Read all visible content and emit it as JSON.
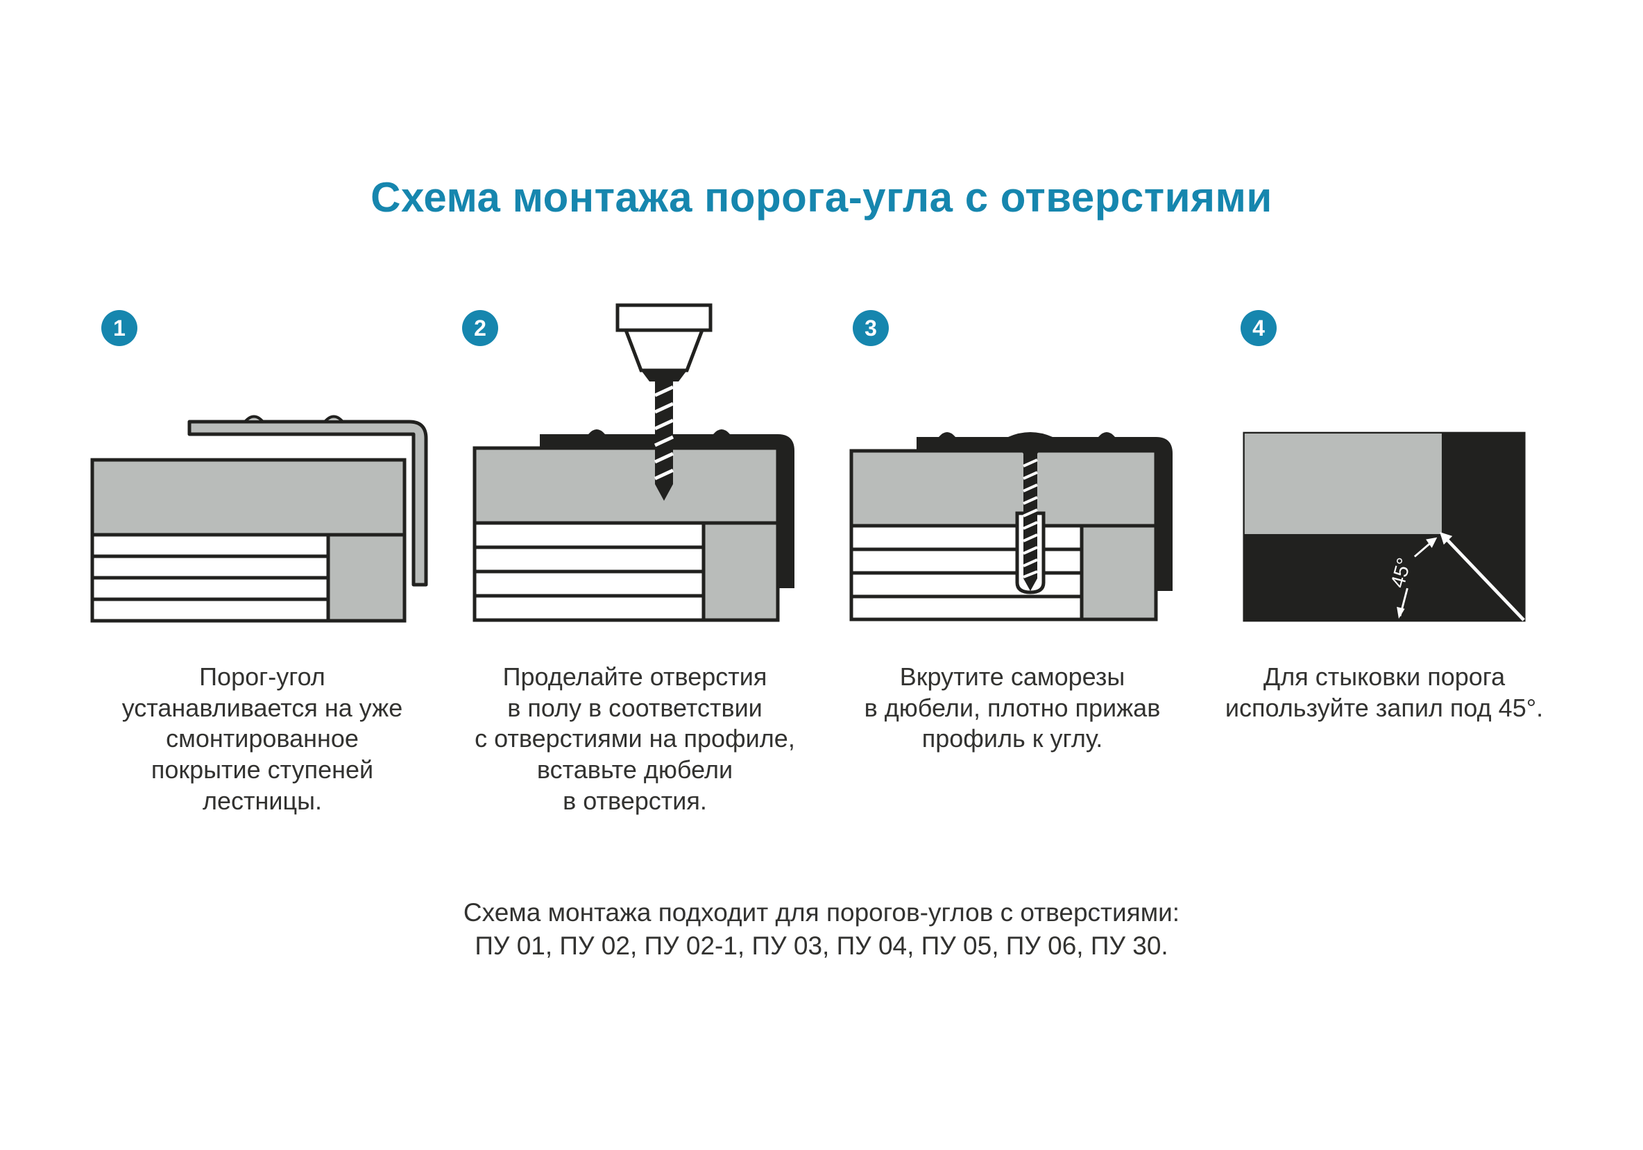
{
  "title": "Схема монтажа порога-угла с отверстиями",
  "accent_color": "#1686ae",
  "diagram_colors": {
    "gray_fill": "#b9bcba",
    "dark_fill": "#21211f",
    "outline": "#21211f"
  },
  "steps": [
    {
      "number": "1",
      "illustration": "corner-profile-placed-on-stair-step",
      "caption": "Порог-угол\nустанавливается на уже\nсмонтированное\nпокрытие ступеней\nлестницы."
    },
    {
      "number": "2",
      "illustration": "drill-making-holes-in-floor",
      "caption": "Проделайте отверстия\nв полу в соответствии\nс отверстиями на профиле,\nвставьте дюбели\nв отверстия."
    },
    {
      "number": "3",
      "illustration": "screw-driven-into-dowel",
      "caption": "Вкрутите саморезы\nв дюбели, плотно прижав\nпрофиль к углу."
    },
    {
      "number": "4",
      "illustration": "miter-joint-cut-45-degrees",
      "caption": "Для стыковки порога\nиспользуйте запил под 45°.",
      "angle_label": "45°"
    }
  ],
  "footer": {
    "line1": "Схема монтажа подходит для порогов-углов с отверстиями:",
    "line2": "ПУ 01, ПУ 02, ПУ 02-1, ПУ 03, ПУ 04, ПУ 05, ПУ 06, ПУ 30."
  }
}
